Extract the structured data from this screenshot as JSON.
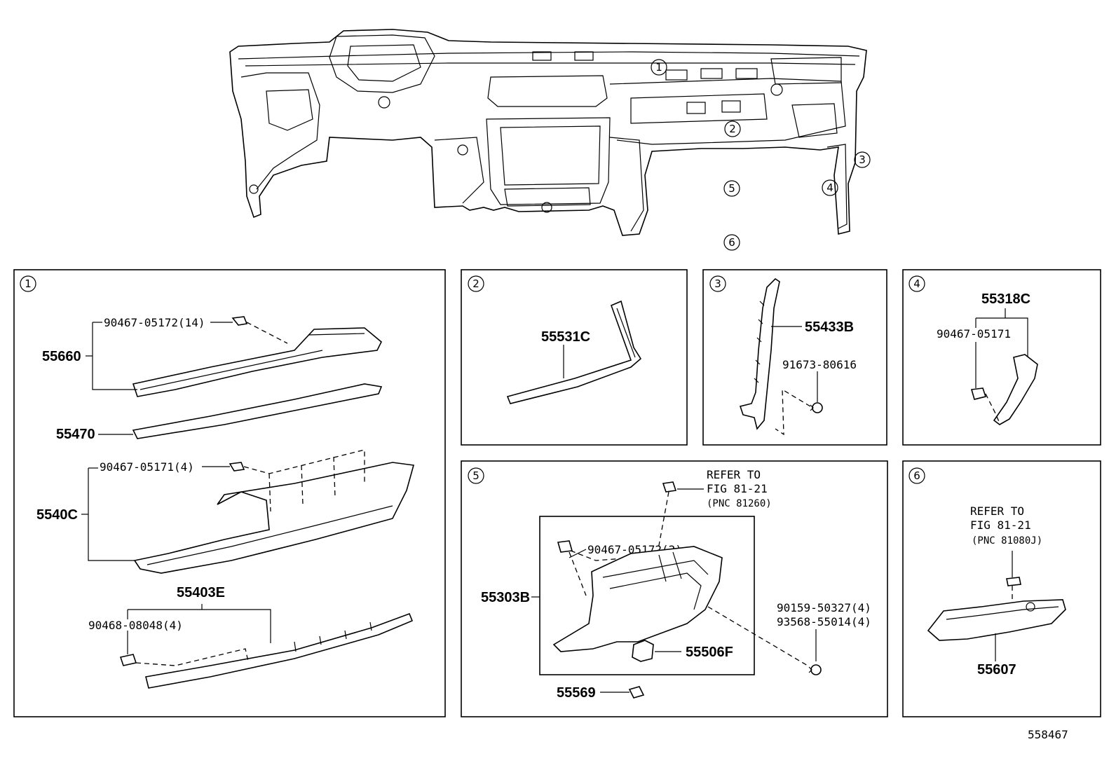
{
  "overview": {
    "callouts": [
      "1",
      "2",
      "3",
      "4",
      "5",
      "6"
    ]
  },
  "panels": [
    {
      "id": "1",
      "parts": {
        "p55660": "55660",
        "clip1": "90467-05172(14)",
        "p55470": "55470",
        "p5540C": "5540C",
        "clip2": "90467-05171(4)",
        "p55403E": "55403E",
        "clip3": "90468-08048(4)"
      }
    },
    {
      "id": "2",
      "parts": {
        "p55531C": "55531C"
      }
    },
    {
      "id": "3",
      "parts": {
        "p55433B": "55433B",
        "bolt": "91673-80616"
      }
    },
    {
      "id": "4",
      "parts": {
        "p55318C": "55318C",
        "clip": "90467-05171"
      }
    },
    {
      "id": "5",
      "parts": {
        "refer1": "REFER TO",
        "refer2": "FIG 81-21",
        "refer3": "(PNC 81260)",
        "clip": "90467-05172(2)",
        "p55303B": "55303B",
        "screw1": "90159-50327(4)",
        "screw2": "93568-55014(4)",
        "p55506F": "55506F",
        "p55569": "55569"
      }
    },
    {
      "id": "6",
      "parts": {
        "refer1": "REFER TO",
        "refer2": "FIG 81-21",
        "refer3": "(PNC 81080J)",
        "p55607": "55607"
      }
    }
  ],
  "illustration_id": "558467"
}
